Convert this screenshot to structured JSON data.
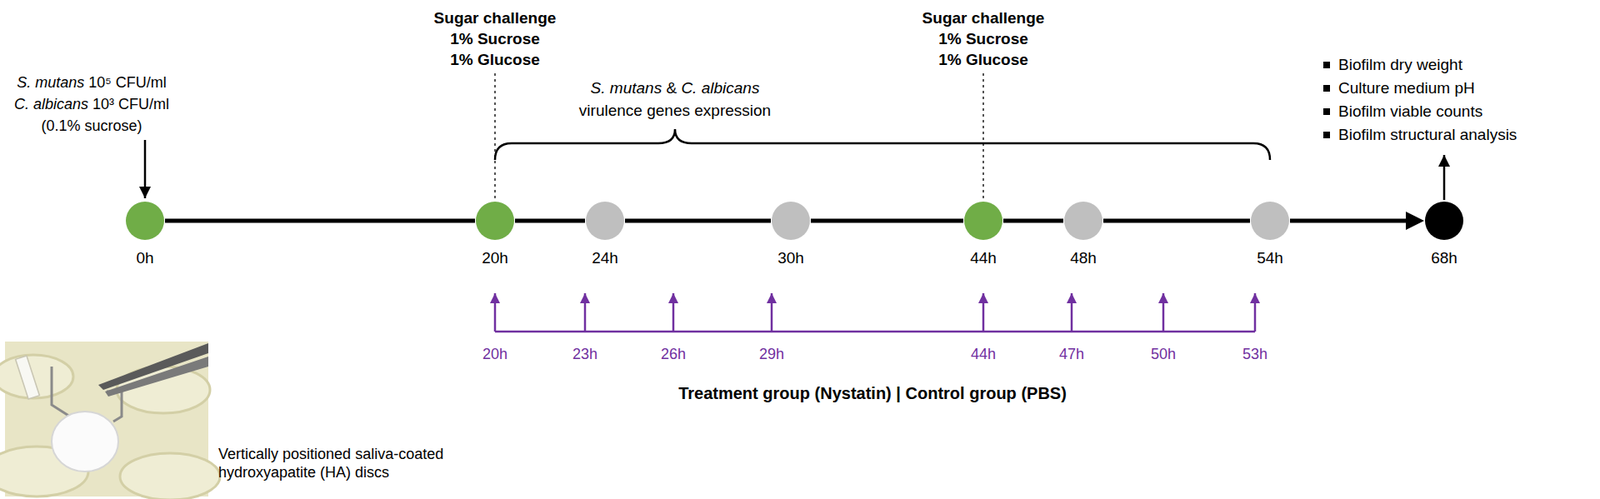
{
  "diagram": {
    "nodes": [
      {
        "text": [
          "0h"
        ]
      },
      {
        "text": [
          "20h"
        ]
      },
      {
        "text": [
          "24h"
        ]
      },
      {
        "text": [
          "30h"
        ]
      },
      {
        "text": [
          "44h"
        ]
      },
      {
        "text": [
          "48h"
        ]
      },
      {
        "text": [
          "54h"
        ]
      },
      {
        "text": [
          "68h"
        ]
      }
    ],
    "edges": [
      {
        "from": 0,
        "to": 1,
        "arrow": "none"
      },
      {
        "from": 1,
        "to": 2,
        "arrow": "none"
      },
      {
        "from": 2,
        "to": 3,
        "arrow": "none"
      },
      {
        "from": 3,
        "to": 4,
        "arrow": "none"
      },
      {
        "from": 4,
        "to": 5,
        "arrow": "none"
      },
      {
        "from": 5,
        "to": 6,
        "arrow": "none"
      },
      {
        "from": 6,
        "to": 7,
        "arrow": "to"
      }
    ],
    "labels": [
      "S. mutans 10⁵ CFU/ml",
      "C. albicans 10³ CFU/ml",
      "(0.1% sucrose)",
      "Sugar challenge",
      "1% Sucrose",
      "1% Glucose",
      "Sugar challenge",
      "1% Sucrose",
      "1% Glucose",
      "S. mutans & C. albicans",
      "virulence genes expression",
      "Biofilm dry weight",
      "Culture medium pH",
      "Biofilm viable counts",
      "Biofilm structural analysis",
      "20h",
      "23h",
      "26h",
      "29h",
      "44h",
      "47h",
      "50h",
      "53h",
      "Treatment group (Nystatin) | Control group (PBS)",
      "Vertically positioned saliva-coated hydroxyapatite (HA) discs"
    ]
  }
}
